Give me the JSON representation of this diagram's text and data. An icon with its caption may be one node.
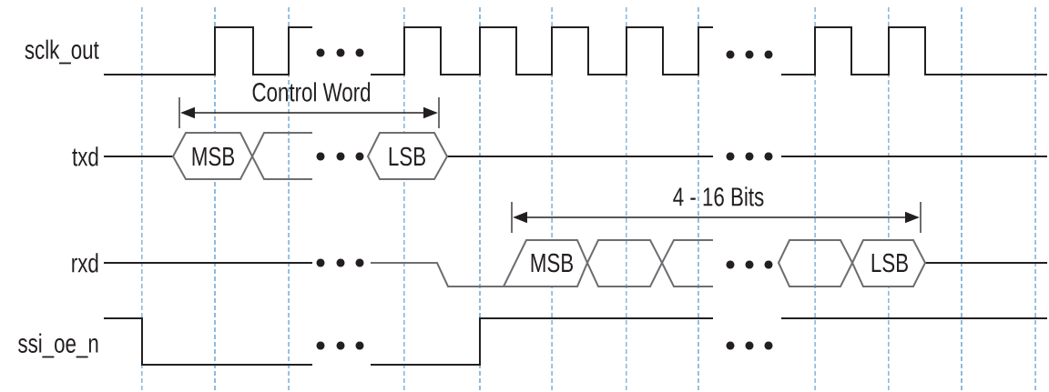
{
  "diagram": {
    "nodes": [
      {
        "text": [
          "MSB"
        ]
      },
      {
        "text": [
          "LSB"
        ]
      },
      {
        "text": [
          "MSB"
        ]
      },
      {
        "text": [
          "LSB"
        ]
      }
    ],
    "labels": [
      "sclk_out",
      "Control Word",
      "txd",
      "4 - 16 Bits",
      "rxd",
      "ssi_oe_n"
    ]
  }
}
